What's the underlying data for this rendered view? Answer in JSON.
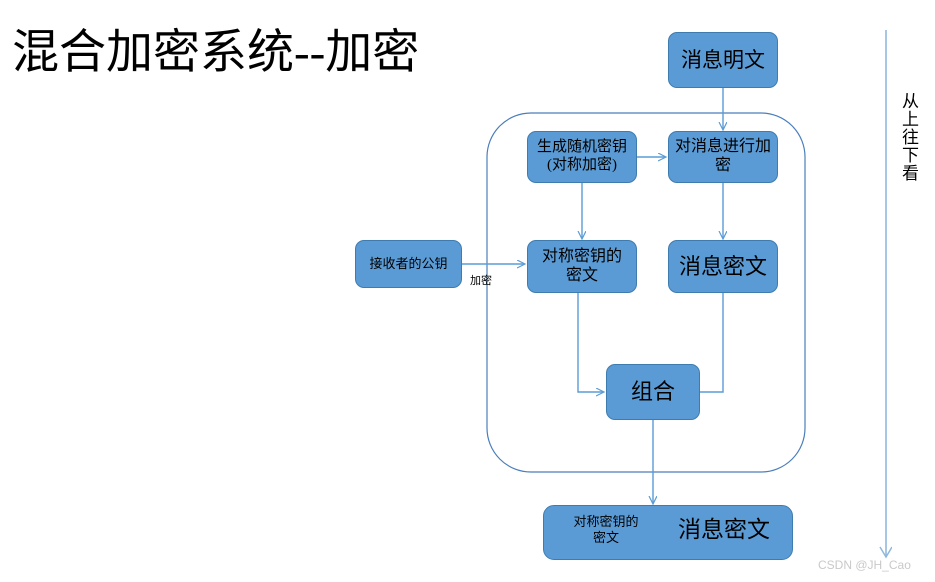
{
  "title": "混合加密系统--加密",
  "colors": {
    "node_fill": "#5B9BD5",
    "node_border": "#3E7CAF",
    "connector": "#5B9BD5",
    "container_border": "#4A7EBB",
    "text": "#000000",
    "watermark": "#c9c9c9",
    "background": "#ffffff"
  },
  "nodes": {
    "plaintext": "消息明文",
    "generate_key": "生成随机密钥\n(对称加密)",
    "encrypt_message": "对消息进行加密",
    "receiver_public_key": "接收者的公钥",
    "symmetric_key_cipher": "对称密钥的\n密文",
    "message_cipher": "消息密文",
    "combine": "组合",
    "output_left": "对称密钥的\n密文",
    "output_right": "消息密文"
  },
  "edge_labels": {
    "encrypt": "加密"
  },
  "annotations": {
    "reading_direction": "从上往下看"
  },
  "watermark": "CSDN @JH_Cao",
  "icons": {
    "flow_arrow": "arrow-down-icon",
    "direction_arrow": "long-arrow-down-icon"
  }
}
